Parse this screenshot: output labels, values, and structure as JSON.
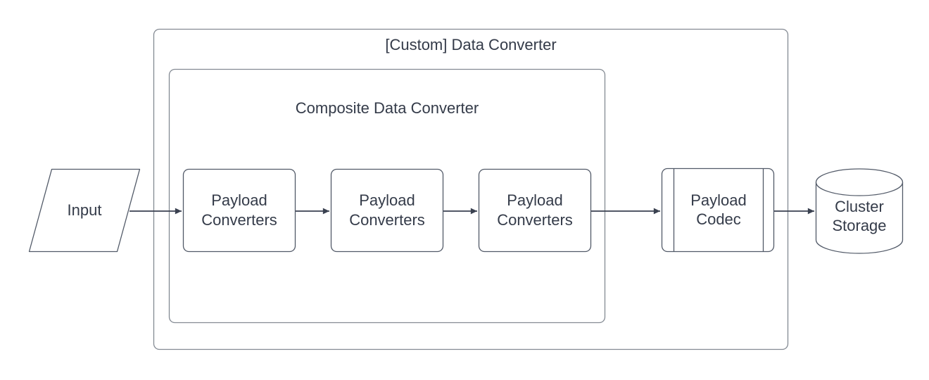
{
  "diagram": {
    "type": "flowchart",
    "containers": {
      "custom_converter": {
        "label": "[Custom] Data Converter"
      },
      "composite_converter": {
        "label": "Composite Data Converter"
      }
    },
    "nodes": {
      "input": {
        "label": "Input",
        "shape": "parallelogram"
      },
      "payload_converter_1": {
        "label": "Payload Converters",
        "shape": "rounded-rect"
      },
      "payload_converter_2": {
        "label": "Payload Converters",
        "shape": "rounded-rect"
      },
      "payload_converter_3": {
        "label": "Payload Converters",
        "shape": "rounded-rect"
      },
      "payload_codec": {
        "label": "Payload Codec",
        "shape": "predefined-process"
      },
      "cluster_storage": {
        "label": "Cluster Storage",
        "shape": "cylinder"
      }
    },
    "connections": [
      {
        "from": "input",
        "to": "payload_converter_1"
      },
      {
        "from": "payload_converter_1",
        "to": "payload_converter_2"
      },
      {
        "from": "payload_converter_2",
        "to": "payload_converter_3"
      },
      {
        "from": "payload_converter_3",
        "to": "payload_codec"
      },
      {
        "from": "payload_codec",
        "to": "cluster_storage"
      }
    ],
    "colors": {
      "background": "#ffffff",
      "container_stroke": "#848a93",
      "node_stroke": "#525a68",
      "arrow": "#3a4150",
      "text": "#343b49",
      "node_fill": "#ffffff"
    }
  }
}
